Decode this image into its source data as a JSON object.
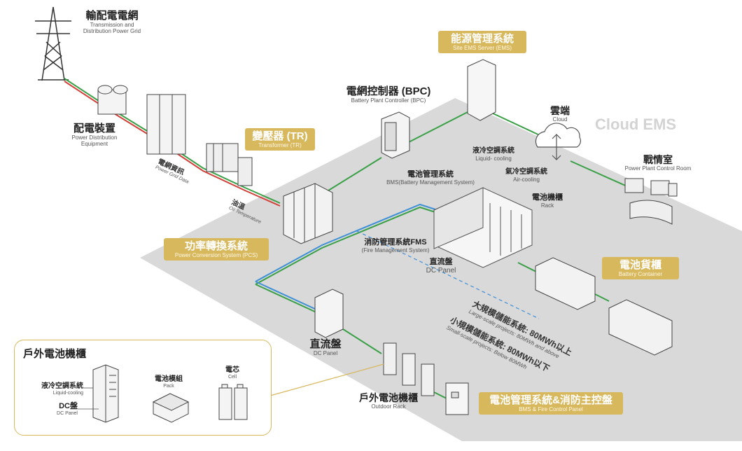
{
  "colors": {
    "gold": "#d8b85d",
    "platform": "#d9d9d9",
    "grid_green": "#3aa047",
    "grid_red": "#d2413a",
    "dc_blue": "#3f8fd6"
  },
  "labels": {
    "grid": {
      "zh": "輸配電電網",
      "en1": "Transmission and",
      "en2": "Distribution Power Grid"
    },
    "distribution": {
      "zh": "配電裝置",
      "en1": "Power Distribution",
      "en2": "Equipment"
    },
    "grid_data": {
      "zh": "電網資訊",
      "en": "Power Grid Data"
    },
    "oil_temp": {
      "zh": "油溫",
      "en": "Oil Temperature"
    },
    "transformer": {
      "zh": "變壓器 (TR)",
      "en": "Transformer (TR)"
    },
    "bpc": {
      "zh": "電網控制器 (BPC)",
      "en": "Battery Plant Controller (BPC)"
    },
    "ems": {
      "zh": "能源管理系統",
      "en": "Site EMS Server (EMS)"
    },
    "cloud": {
      "zh": "雲端",
      "en": "Cloud"
    },
    "cloud_ems": "Cloud EMS",
    "control_room": {
      "zh": "戰情室",
      "en": "Power Plant Control Room"
    },
    "liquid_cooling": {
      "zh": "液冷空調系統",
      "en": "Liquid- cooling"
    },
    "air_cooling": {
      "zh": "氣冷空調系統",
      "en": "Air-cooling"
    },
    "bms": {
      "zh": "電池管理系統",
      "en": "BMS(Battery Management System)"
    },
    "rack": {
      "zh": "電池機櫃",
      "en": "Rack"
    },
    "fms": {
      "zh": "消防管理系統FMS",
      "en": "(Fire Management System)"
    },
    "dc_panel_small": {
      "zh": "直流盤",
      "en": "DC Panel"
    },
    "pcs": {
      "zh": "功率轉換系統",
      "en": "Power Conversion System (PCS)"
    },
    "container": {
      "zh": "電池貨櫃",
      "en": "Battery Container"
    },
    "large_scale": {
      "zh": "大規模儲能系統: 80MWh以上",
      "en": "Large-scale projects: 80MWh and above"
    },
    "small_scale": {
      "zh": "小規模儲能系統: 80MWh以下",
      "en": "Small-scale projects: Below 80MWh"
    },
    "dc_panel": {
      "zh": "直流盤",
      "en": "DC Panel"
    },
    "outdoor_rack": {
      "zh": "戶外電池機櫃",
      "en": "Outdoor Rack"
    },
    "bms_fire": {
      "zh": "電池管理系統&消防主控盤",
      "en": "BMS & Fire Control Panel"
    }
  },
  "inset": {
    "title": "戶外電池機櫃",
    "liquid": {
      "zh": "液冷空調系統",
      "en": "Liquid-cooling"
    },
    "dc": {
      "zh": "DC盤",
      "en": "DC Panel"
    },
    "pack": {
      "zh": "電池模組",
      "en": "Pack"
    },
    "cell": {
      "zh": "電芯",
      "en": "Cell"
    }
  }
}
